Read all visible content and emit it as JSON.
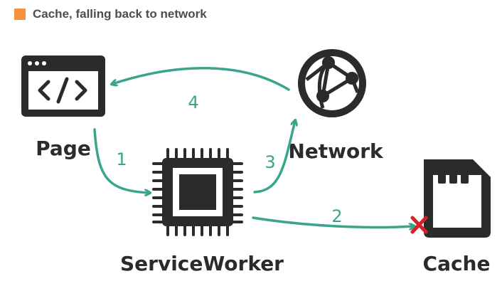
{
  "header": {
    "title": "Cache, falling back to network",
    "accent_color": "#f7913d"
  },
  "nodes": {
    "page": {
      "label": "Page",
      "icon": "code-window-icon"
    },
    "network": {
      "label": "Network",
      "icon": "globe-network-icon"
    },
    "service_worker": {
      "label": "ServiceWorker",
      "icon": "chip-icon"
    },
    "cache": {
      "label": "Cache",
      "icon": "sd-card-icon"
    }
  },
  "steps": {
    "s1": "1",
    "s2": "2",
    "s3": "3",
    "s4": "4"
  },
  "colors": {
    "arrow": "#3aa58d",
    "icon": "#2b2b2b",
    "miss": "#d2232a"
  }
}
